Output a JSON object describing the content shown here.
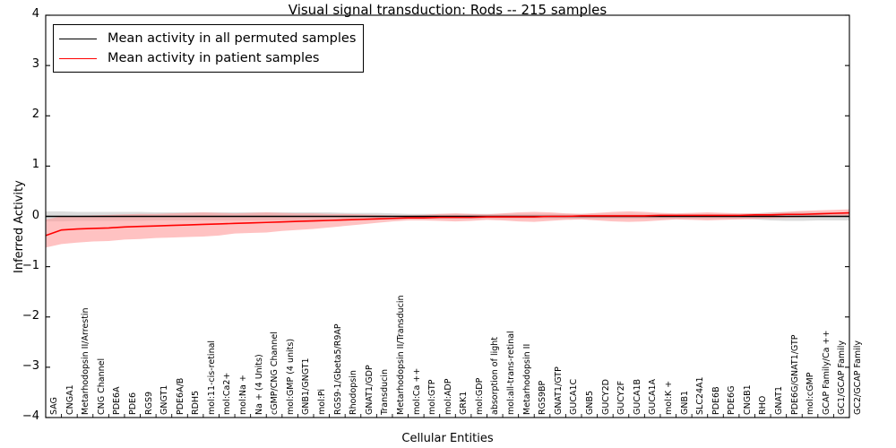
{
  "chart_data": {
    "type": "line",
    "title": "Visual signal transduction: Rods -- 215 samples",
    "xlabel": "Cellular Entities",
    "ylabel": "Inferred Activity",
    "ylim": [
      -4,
      4
    ],
    "yticks": [
      "-4",
      "-3",
      "-2",
      "-1",
      "0",
      "1",
      "2",
      "3",
      "4"
    ],
    "grid": false,
    "legend_position": "upper-left",
    "categories": [
      "SAG",
      "CNGA1",
      "Metarhodopsin II/Arrestin",
      "CNG Channel",
      "PDE6A",
      "PDE6",
      "RGS9",
      "GNGT1",
      "PDE6A/B",
      "RDH5",
      "mol:11-cis-retinal",
      "mol:Ca2+",
      "mol:Na +",
      "Na + (4 Units)",
      "cGMP/CNG Channel",
      "mol:GMP (4 units)",
      "GNB1/GNGT1",
      "mol:Pi",
      "RGS9-1/Gbeta5/R9AP",
      "Rhodopsin",
      "GNAT1/GDP",
      "Transducin",
      "Metarhodopsin II/Transducin",
      "mol:Ca ++",
      "mol:GTP",
      "mol:ADP",
      "GRK1",
      "mol:GDP",
      "absorption of light",
      "mol:all-trans-retinal",
      "Metarhodopsin II",
      "RGS9BP",
      "GNAT1/GTP",
      "GUCA1C",
      "GNB5",
      "GUCY2D",
      "GUCY2F",
      "GUCA1B",
      "GUCA1A",
      "mol:K +",
      "GNB1",
      "SLC24A1",
      "PDE6B",
      "PDE6G",
      "CNGB1",
      "RHO",
      "GNAT1",
      "PDE6G/GNAT1/GTP",
      "mol:cGMP",
      "GCAP Family/Ca ++",
      "GC1/GCAP Family",
      "GC2/GCAP Family"
    ],
    "series": [
      {
        "name": "Mean activity in all permuted samples",
        "color": "#000000",
        "band_color": "#bfbfbf",
        "values": [
          0.0,
          0.0,
          0.0,
          0.0,
          0.0,
          0.0,
          0.0,
          0.0,
          0.0,
          0.0,
          0.0,
          0.0,
          0.0,
          0.0,
          0.0,
          0.0,
          0.0,
          0.0,
          0.0,
          0.0,
          0.0,
          0.0,
          0.0,
          0.0,
          0.0,
          0.0,
          0.0,
          0.0,
          0.0,
          0.0,
          0.0,
          0.0,
          0.0,
          0.0,
          0.0,
          0.0,
          0.0,
          0.0,
          0.0,
          0.0,
          0.0,
          0.0,
          0.0,
          0.0,
          0.0,
          0.0,
          0.0,
          0.0,
          0.0,
          0.0,
          0.0,
          0.0
        ],
        "band_upper": [
          0.1,
          0.1,
          0.09,
          0.09,
          0.09,
          0.09,
          0.09,
          0.08,
          0.08,
          0.08,
          0.08,
          0.08,
          0.08,
          0.08,
          0.08,
          0.08,
          0.08,
          0.08,
          0.08,
          0.07,
          0.07,
          0.07,
          0.06,
          0.05,
          0.05,
          0.05,
          0.05,
          0.05,
          0.05,
          0.05,
          0.05,
          0.05,
          0.05,
          0.05,
          0.05,
          0.05,
          0.05,
          0.05,
          0.05,
          0.05,
          0.05,
          0.05,
          0.05,
          0.05,
          0.05,
          0.06,
          0.08,
          0.09,
          0.09,
          0.08,
          0.08,
          0.08
        ],
        "band_lower": [
          -0.1,
          -0.1,
          -0.09,
          -0.09,
          -0.09,
          -0.09,
          -0.09,
          -0.08,
          -0.08,
          -0.08,
          -0.08,
          -0.08,
          -0.08,
          -0.08,
          -0.08,
          -0.08,
          -0.08,
          -0.08,
          -0.08,
          -0.07,
          -0.07,
          -0.07,
          -0.06,
          -0.05,
          -0.05,
          -0.05,
          -0.05,
          -0.05,
          -0.05,
          -0.05,
          -0.05,
          -0.05,
          -0.05,
          -0.05,
          -0.05,
          -0.05,
          -0.05,
          -0.05,
          -0.05,
          -0.05,
          -0.05,
          -0.05,
          -0.05,
          -0.05,
          -0.05,
          -0.06,
          -0.08,
          -0.09,
          -0.09,
          -0.08,
          -0.08,
          -0.08
        ]
      },
      {
        "name": "Mean activity in patient samples",
        "color": "#ff0000",
        "band_color": "#ff9999",
        "values": [
          -0.38,
          -0.27,
          -0.25,
          -0.24,
          -0.23,
          -0.21,
          -0.2,
          -0.19,
          -0.18,
          -0.17,
          -0.16,
          -0.15,
          -0.14,
          -0.13,
          -0.12,
          -0.11,
          -0.1,
          -0.09,
          -0.08,
          -0.07,
          -0.06,
          -0.05,
          -0.04,
          -0.03,
          -0.03,
          -0.02,
          -0.02,
          -0.02,
          -0.01,
          -0.01,
          -0.01,
          -0.01,
          0.0,
          0.0,
          0.01,
          0.01,
          0.01,
          0.01,
          0.01,
          0.02,
          0.02,
          0.02,
          0.02,
          0.02,
          0.02,
          0.03,
          0.03,
          0.04,
          0.04,
          0.05,
          0.06,
          0.07
        ],
        "band_upper": [
          -0.06,
          0.0,
          0.01,
          0.02,
          0.03,
          0.04,
          0.05,
          0.05,
          0.06,
          0.07,
          0.08,
          0.07,
          0.06,
          0.07,
          0.08,
          0.07,
          0.06,
          0.06,
          0.05,
          0.05,
          0.04,
          0.03,
          0.02,
          0.02,
          0.03,
          0.05,
          0.06,
          0.05,
          0.04,
          0.06,
          0.08,
          0.09,
          0.08,
          0.06,
          0.05,
          0.07,
          0.09,
          0.1,
          0.09,
          0.07,
          0.06,
          0.07,
          0.08,
          0.07,
          0.06,
          0.06,
          0.07,
          0.09,
          0.11,
          0.12,
          0.13,
          0.14
        ],
        "band_lower": [
          -0.62,
          -0.55,
          -0.52,
          -0.5,
          -0.49,
          -0.46,
          -0.45,
          -0.43,
          -0.42,
          -0.41,
          -0.4,
          -0.38,
          -0.34,
          -0.33,
          -0.32,
          -0.29,
          -0.27,
          -0.25,
          -0.22,
          -0.19,
          -0.16,
          -0.13,
          -0.1,
          -0.08,
          -0.08,
          -0.09,
          -0.1,
          -0.09,
          -0.07,
          -0.08,
          -0.1,
          -0.11,
          -0.09,
          -0.07,
          -0.06,
          -0.08,
          -0.1,
          -0.11,
          -0.1,
          -0.08,
          -0.06,
          -0.07,
          -0.08,
          -0.07,
          -0.06,
          -0.05,
          -0.04,
          -0.03,
          -0.02,
          -0.01,
          0.0,
          0.01
        ]
      }
    ]
  },
  "legend": {
    "entries": [
      {
        "label": "Mean activity in all permuted samples"
      },
      {
        "label": "Mean activity in patient samples"
      }
    ]
  }
}
